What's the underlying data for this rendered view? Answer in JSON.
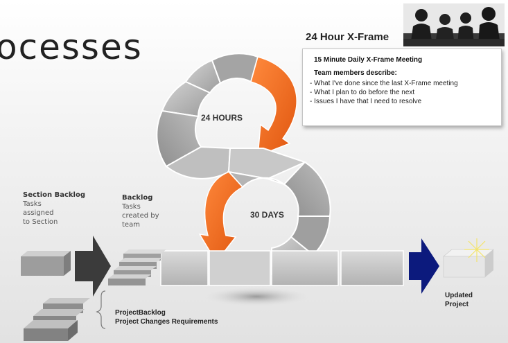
{
  "heading": "ocesses",
  "xframe": {
    "title": "24 Hour X-Frame",
    "meeting": "15 Minute Daily X-Frame Meeting",
    "subhead": "Team members describe:",
    "bullets": [
      "- What I've done since the last X-Frame meeting",
      "- What I plan to do before the next",
      "- Issues I have that I need to resolve"
    ]
  },
  "cycles": {
    "top": "24 HOURS",
    "bottom": "30 DAYS"
  },
  "section_backlog": {
    "title": "Section Backlog",
    "lines": [
      "Tasks",
      "assigned",
      "to Section"
    ]
  },
  "backlog": {
    "title": "Backlog",
    "lines": [
      "Tasks",
      "created by",
      "team"
    ]
  },
  "project_backlog": {
    "title": "ProjectBacklog",
    "subtitle": "Project Changes Requirements"
  },
  "output": {
    "lines": [
      "Updated",
      "Project"
    ]
  },
  "colors": {
    "orange": "#f26c1d",
    "navy": "#0c1a7d",
    "dark_arrow": "#3b3b3b",
    "grey_segment": "#a9a9a9"
  }
}
